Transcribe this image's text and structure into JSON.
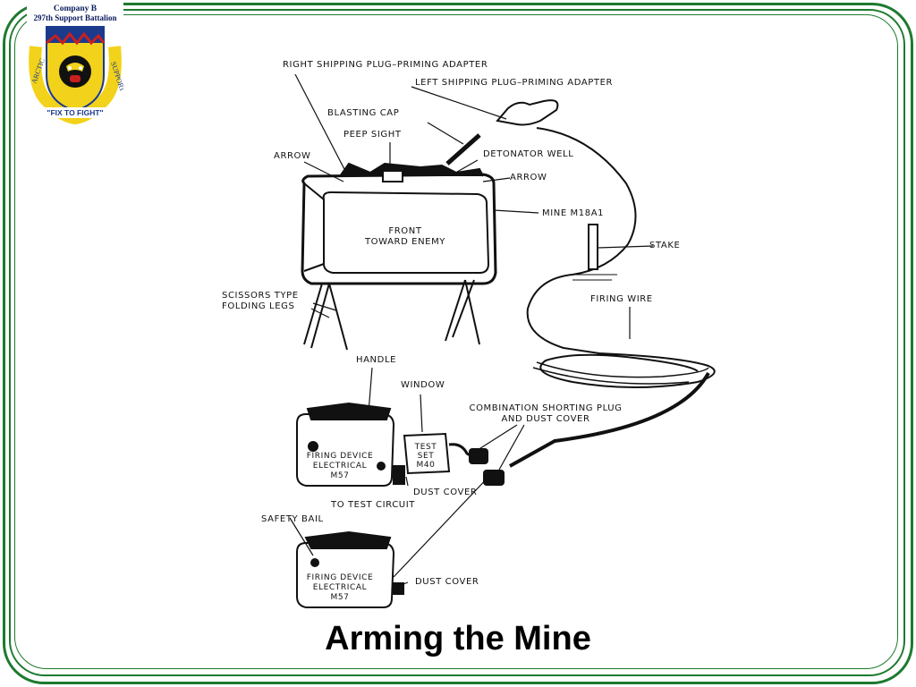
{
  "crest": {
    "line1": "Company B",
    "line2": "297th  Support Battalion",
    "ring_left": "ARCTIC",
    "ring_right": "SUPPORT",
    "motto": "\"FIX TO FIGHT\""
  },
  "diagram": {
    "labels": {
      "right_shipping": "RIGHT SHIPPING PLUG–PRIMING  ADAPTER",
      "left_shipping": "LEFT SHIPPING PLUG–PRIMING ADAPTER",
      "blasting_cap": "BLASTING CAP",
      "peep_sight": "PEEP SIGHT",
      "arrow_left": "ARROW",
      "detonator_well": "DETONATOR WELL",
      "arrow_right": "ARROW",
      "mine": "MINE M18A1",
      "front_line1": "FRONT",
      "front_line2": "TOWARD ENEMY",
      "stake": "STAKE",
      "scissors_line1": "SCISSORS  TYPE",
      "scissors_line2": "FOLDING LEGS",
      "firing_wire": "FIRING WIRE",
      "handle": "HANDLE",
      "window": "WINDOW",
      "combo_line1": "COMBINATION SHORTING PLUG",
      "combo_line2": "AND DUST COVER",
      "test_line1": "TEST",
      "test_line2": "SET",
      "test_line3": "M40",
      "fd1_line1": "FIRING DEVICE",
      "fd1_line2": "ELECTRICAL",
      "fd1_line3": "M57",
      "dust_cover_1": "DUST COVER",
      "to_test_circuit": "TO TEST CIRCUIT",
      "safety_bail": "SAFETY BAIL",
      "fd2_line1": "FIRING DEVICE",
      "fd2_line2": "ELECTRICAL",
      "fd2_line3": "M57",
      "dust_cover_2": "DUST COVER"
    }
  },
  "title": "Arming the Mine",
  "colors": {
    "frame": "#1d7a2e",
    "crest_blue": "#1b3a8c",
    "crest_gold": "#f2d21a",
    "crest_red": "#c8201f"
  }
}
